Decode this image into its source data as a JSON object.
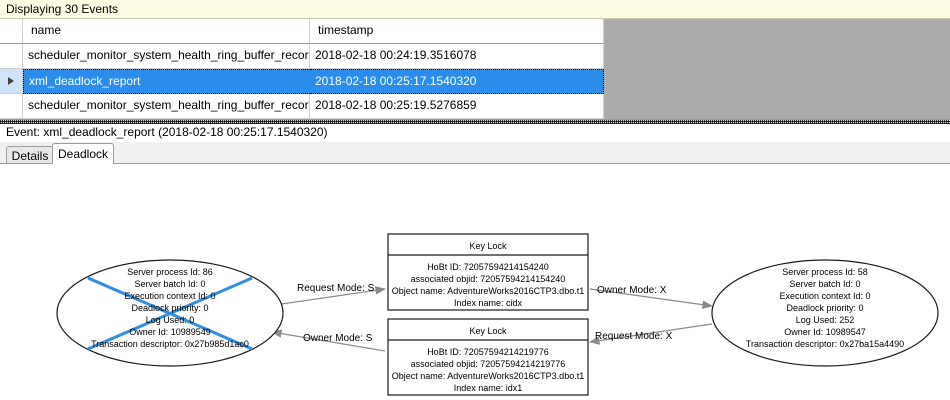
{
  "banner": {
    "text": "Displaying 30 Events"
  },
  "grid": {
    "columns": [
      "",
      "name",
      "timestamp"
    ],
    "rows": [
      {
        "selected": false,
        "marker": "",
        "name": "scheduler_monitor_system_health_ring_buffer_recorded",
        "timestamp": "2018-02-18 00:24:19.3516078"
      },
      {
        "selected": true,
        "marker": "row-selector-triangle",
        "name": "xml_deadlock_report",
        "timestamp": "2018-02-18 00:25:17.1540320"
      },
      {
        "selected": false,
        "marker": "",
        "name": "scheduler_monitor_system_health_ring_buffer_recorded",
        "timestamp": "2018-02-18 00:25:19.5276859"
      }
    ]
  },
  "event_header": {
    "text": "Event: xml_deadlock_report (2018-02-18 00:25:17.1540320)"
  },
  "tabs": [
    {
      "label": "Details",
      "active": false
    },
    {
      "label": "Deadlock",
      "active": true
    }
  ],
  "deadlock_graph": {
    "processes": [
      {
        "id": "process-left",
        "victim": true,
        "lines": [
          "Server process Id: 86",
          "Server batch Id: 0",
          "Execution context Id: 0",
          "Deadlock priority: 0",
          "Log Used: 0",
          "Owner Id: 10989549",
          "Transaction descriptor: 0x27b985d1ac0"
        ]
      },
      {
        "id": "process-right",
        "victim": false,
        "lines": [
          "Server process Id: 58",
          "Server batch Id: 0",
          "Execution context Id: 0",
          "Deadlock priority: 0",
          "Log Used: 252",
          "Owner Id: 10989547",
          "Transaction descriptor: 0x27ba15a4490"
        ]
      }
    ],
    "resources": [
      {
        "id": "key-lock-top",
        "title": "Key Lock",
        "lines": [
          "HoBt ID: 72057594214154240",
          "associated objid: 72057594214154240",
          "Object name: AdventureWorks2016CTP3.dbo.t1",
          "Index name: cidx"
        ]
      },
      {
        "id": "key-lock-bottom",
        "title": "Key Lock",
        "lines": [
          "HoBt ID: 72057594214219776",
          "associated objid: 72057594214219776",
          "Object name: AdventureWorks2016CTP3.dbo.t1",
          "Index name: idx1"
        ]
      }
    ],
    "edges": [
      {
        "id": "edge-left-request-top",
        "label": "Request Mode: S"
      },
      {
        "id": "edge-right-owner-top",
        "label": "Owner Mode: X"
      },
      {
        "id": "edge-left-owner-bottom",
        "label": "Owner Mode: S"
      },
      {
        "id": "edge-right-request-bottom",
        "label": "Request Mode: X"
      }
    ]
  },
  "colors": {
    "banner_bg": "#fdfde3",
    "selection_blue": "#2a8dec",
    "victim_cross": "#2f8fe0",
    "grid_filler": "#aaaaaa"
  }
}
